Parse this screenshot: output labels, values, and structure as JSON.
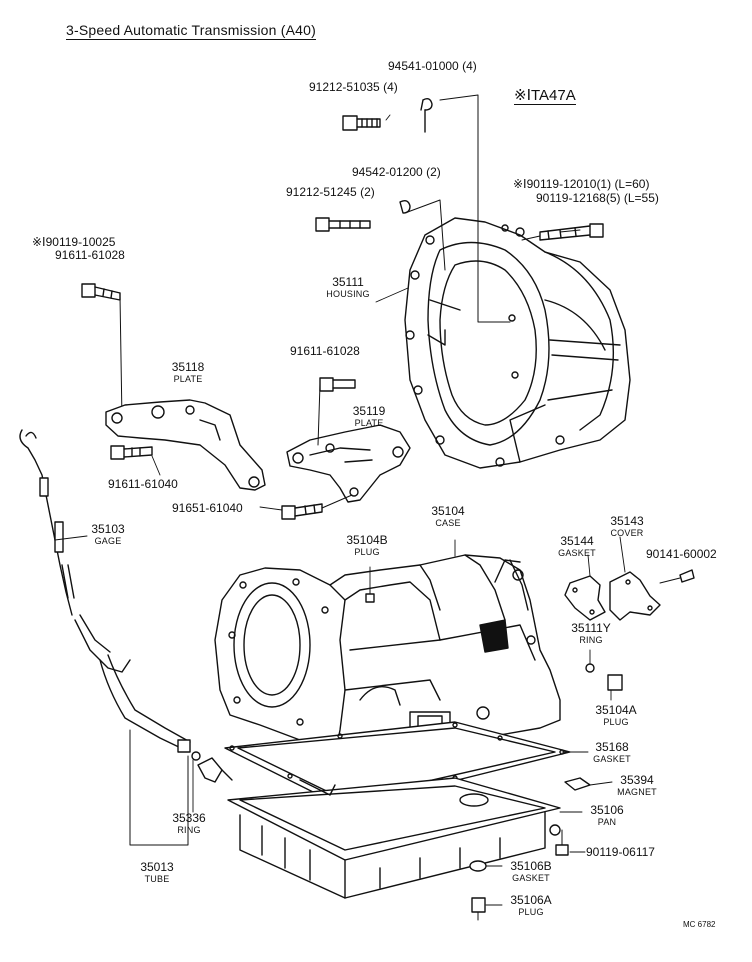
{
  "title": "3-Speed Automatic Transmission (A40)",
  "variant_note": "※ⅠTA47A",
  "figure_code": "MC 6782",
  "parts": {
    "p94541": {
      "number": "94541-01000 (4)"
    },
    "p91212a": {
      "number": "91212-51035 (4)"
    },
    "p94542": {
      "number": "94542-01200 (2)"
    },
    "p91212b": {
      "number": "91212-51245 (2)"
    },
    "p90119a": {
      "number": "※Ⅰ90119-12010(1) (L=60)"
    },
    "p90119b": {
      "number": "90119-12168(5) (L=55)"
    },
    "p90119c": {
      "number": "※Ⅰ90119-10025"
    },
    "p91611a": {
      "number": "91611-61028"
    },
    "p35111": {
      "number": "35111",
      "name": "HOUSING"
    },
    "p91611b": {
      "number": "91611-61028"
    },
    "p35118": {
      "number": "35118",
      "name": "PLATE"
    },
    "p35119": {
      "number": "35119",
      "name": "PLATE"
    },
    "p91611c": {
      "number": "91611-61040"
    },
    "p91651": {
      "number": "91651-61040"
    },
    "p35104": {
      "number": "35104",
      "name": "CASE"
    },
    "p35104b": {
      "number": "35104B",
      "name": "PLUG"
    },
    "p35103": {
      "number": "35103",
      "name": "GAGE"
    },
    "p35143": {
      "number": "35143",
      "name": "COVER"
    },
    "p35144": {
      "number": "35144",
      "name": "GASKET"
    },
    "p90141": {
      "number": "90141-60002"
    },
    "p35111y": {
      "number": "35111Y",
      "name": "RING"
    },
    "p35104a": {
      "number": "35104A",
      "name": "PLUG"
    },
    "p35168": {
      "number": "35168",
      "name": "GASKET"
    },
    "p35394": {
      "number": "35394",
      "name": "MAGNET"
    },
    "p35336": {
      "number": "35336",
      "name": "RING"
    },
    "p35106": {
      "number": "35106",
      "name": "PAN"
    },
    "p90119d": {
      "number": "90119-06117"
    },
    "p35013": {
      "number": "35013",
      "name": "TUBE"
    },
    "p35106b": {
      "number": "35106B",
      "name": "GASKET"
    },
    "p35106a": {
      "number": "35106A",
      "name": "PLUG"
    }
  }
}
